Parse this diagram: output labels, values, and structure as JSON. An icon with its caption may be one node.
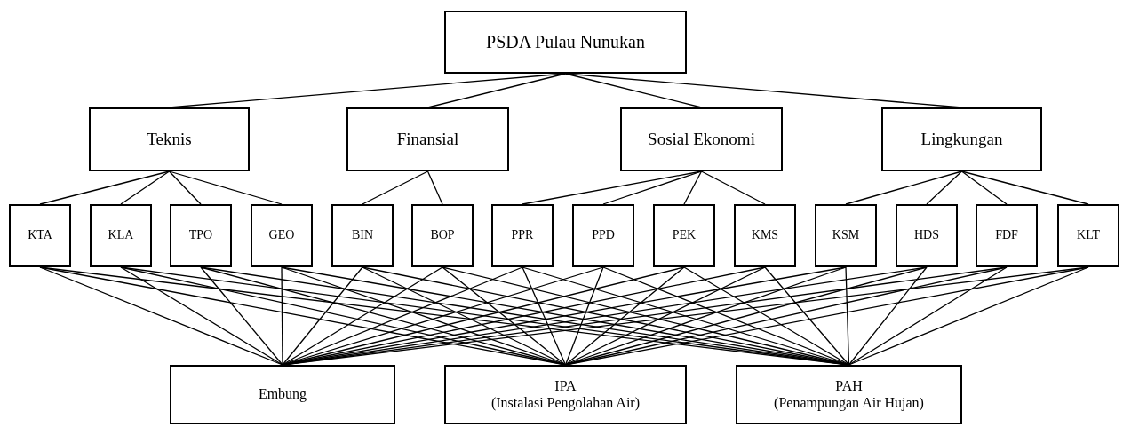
{
  "diagram": {
    "nodes": [
      {
        "text": [
          "PSDA Pulau Nunukan"
        ]
      },
      {
        "text": [
          "Teknis"
        ]
      },
      {
        "text": [
          "Finansial"
        ]
      },
      {
        "text": [
          "Sosial Ekonomi"
        ]
      },
      {
        "text": [
          "Lingkungan"
        ]
      },
      {
        "text": [
          "KTA"
        ]
      },
      {
        "text": [
          "KLA"
        ]
      },
      {
        "text": [
          "TPO"
        ]
      },
      {
        "text": [
          "GEO"
        ]
      },
      {
        "text": [
          "BIN"
        ]
      },
      {
        "text": [
          "BOP"
        ]
      },
      {
        "text": [
          "PPR"
        ]
      },
      {
        "text": [
          "PPD"
        ]
      },
      {
        "text": [
          "PEK"
        ]
      },
      {
        "text": [
          "KMS"
        ]
      },
      {
        "text": [
          "KSM"
        ]
      },
      {
        "text": [
          "HDS"
        ]
      },
      {
        "text": [
          "FDF"
        ]
      },
      {
        "text": [
          "KLT"
        ]
      },
      {
        "text": [
          "Embung"
        ]
      },
      {
        "text": [
          "IPA",
          "(Instalasi Pengolahan Air)"
        ]
      },
      {
        "text": [
          "PAH",
          "(Penampungan Air Hujan)"
        ]
      }
    ],
    "edges": [
      {
        "from": 0,
        "to": 1,
        "arrow": "none"
      },
      {
        "from": 0,
        "to": 2,
        "arrow": "none"
      },
      {
        "from": 0,
        "to": 3,
        "arrow": "none"
      },
      {
        "from": 0,
        "to": 4,
        "arrow": "none"
      },
      {
        "from": 1,
        "to": 5,
        "arrow": "none"
      },
      {
        "from": 1,
        "to": 6,
        "arrow": "none"
      },
      {
        "from": 1,
        "to": 7,
        "arrow": "none"
      },
      {
        "from": 1,
        "to": 8,
        "arrow": "none"
      },
      {
        "from": 2,
        "to": 9,
        "arrow": "none"
      },
      {
        "from": 2,
        "to": 10,
        "arrow": "none"
      },
      {
        "from": 3,
        "to": 11,
        "arrow": "none"
      },
      {
        "from": 3,
        "to": 12,
        "arrow": "none"
      },
      {
        "from": 3,
        "to": 13,
        "arrow": "none"
      },
      {
        "from": 3,
        "to": 14,
        "arrow": "none"
      },
      {
        "from": 4,
        "to": 15,
        "arrow": "none"
      },
      {
        "from": 4,
        "to": 16,
        "arrow": "none"
      },
      {
        "from": 4,
        "to": 17,
        "arrow": "none"
      },
      {
        "from": 4,
        "to": 18,
        "arrow": "none"
      },
      {
        "from": 5,
        "to": 19,
        "arrow": "none"
      },
      {
        "from": 5,
        "to": 20,
        "arrow": "none"
      },
      {
        "from": 5,
        "to": 21,
        "arrow": "none"
      },
      {
        "from": 6,
        "to": 19,
        "arrow": "none"
      },
      {
        "from": 6,
        "to": 20,
        "arrow": "none"
      },
      {
        "from": 6,
        "to": 21,
        "arrow": "none"
      },
      {
        "from": 7,
        "to": 19,
        "arrow": "none"
      },
      {
        "from": 7,
        "to": 20,
        "arrow": "none"
      },
      {
        "from": 7,
        "to": 21,
        "arrow": "none"
      },
      {
        "from": 8,
        "to": 19,
        "arrow": "none"
      },
      {
        "from": 8,
        "to": 20,
        "arrow": "none"
      },
      {
        "from": 8,
        "to": 21,
        "arrow": "none"
      },
      {
        "from": 9,
        "to": 19,
        "arrow": "none"
      },
      {
        "from": 9,
        "to": 20,
        "arrow": "none"
      },
      {
        "from": 9,
        "to": 21,
        "arrow": "none"
      },
      {
        "from": 10,
        "to": 19,
        "arrow": "none"
      },
      {
        "from": 10,
        "to": 20,
        "arrow": "none"
      },
      {
        "from": 10,
        "to": 21,
        "arrow": "none"
      },
      {
        "from": 11,
        "to": 19,
        "arrow": "none"
      },
      {
        "from": 11,
        "to": 20,
        "arrow": "none"
      },
      {
        "from": 11,
        "to": 21,
        "arrow": "none"
      },
      {
        "from": 12,
        "to": 19,
        "arrow": "none"
      },
      {
        "from": 12,
        "to": 20,
        "arrow": "none"
      },
      {
        "from": 12,
        "to": 21,
        "arrow": "none"
      },
      {
        "from": 13,
        "to": 19,
        "arrow": "none"
      },
      {
        "from": 13,
        "to": 20,
        "arrow": "none"
      },
      {
        "from": 13,
        "to": 21,
        "arrow": "none"
      },
      {
        "from": 14,
        "to": 19,
        "arrow": "none"
      },
      {
        "from": 14,
        "to": 20,
        "arrow": "none"
      },
      {
        "from": 14,
        "to": 21,
        "arrow": "none"
      },
      {
        "from": 15,
        "to": 19,
        "arrow": "none"
      },
      {
        "from": 15,
        "to": 20,
        "arrow": "none"
      },
      {
        "from": 15,
        "to": 21,
        "arrow": "none"
      },
      {
        "from": 16,
        "to": 19,
        "arrow": "none"
      },
      {
        "from": 16,
        "to": 20,
        "arrow": "none"
      },
      {
        "from": 16,
        "to": 21,
        "arrow": "none"
      },
      {
        "from": 17,
        "to": 19,
        "arrow": "none"
      },
      {
        "from": 17,
        "to": 20,
        "arrow": "none"
      },
      {
        "from": 17,
        "to": 21,
        "arrow": "none"
      },
      {
        "from": 18,
        "to": 19,
        "arrow": "none"
      },
      {
        "from": 18,
        "to": 20,
        "arrow": "none"
      },
      {
        "from": 18,
        "to": 21,
        "arrow": "none"
      }
    ]
  }
}
